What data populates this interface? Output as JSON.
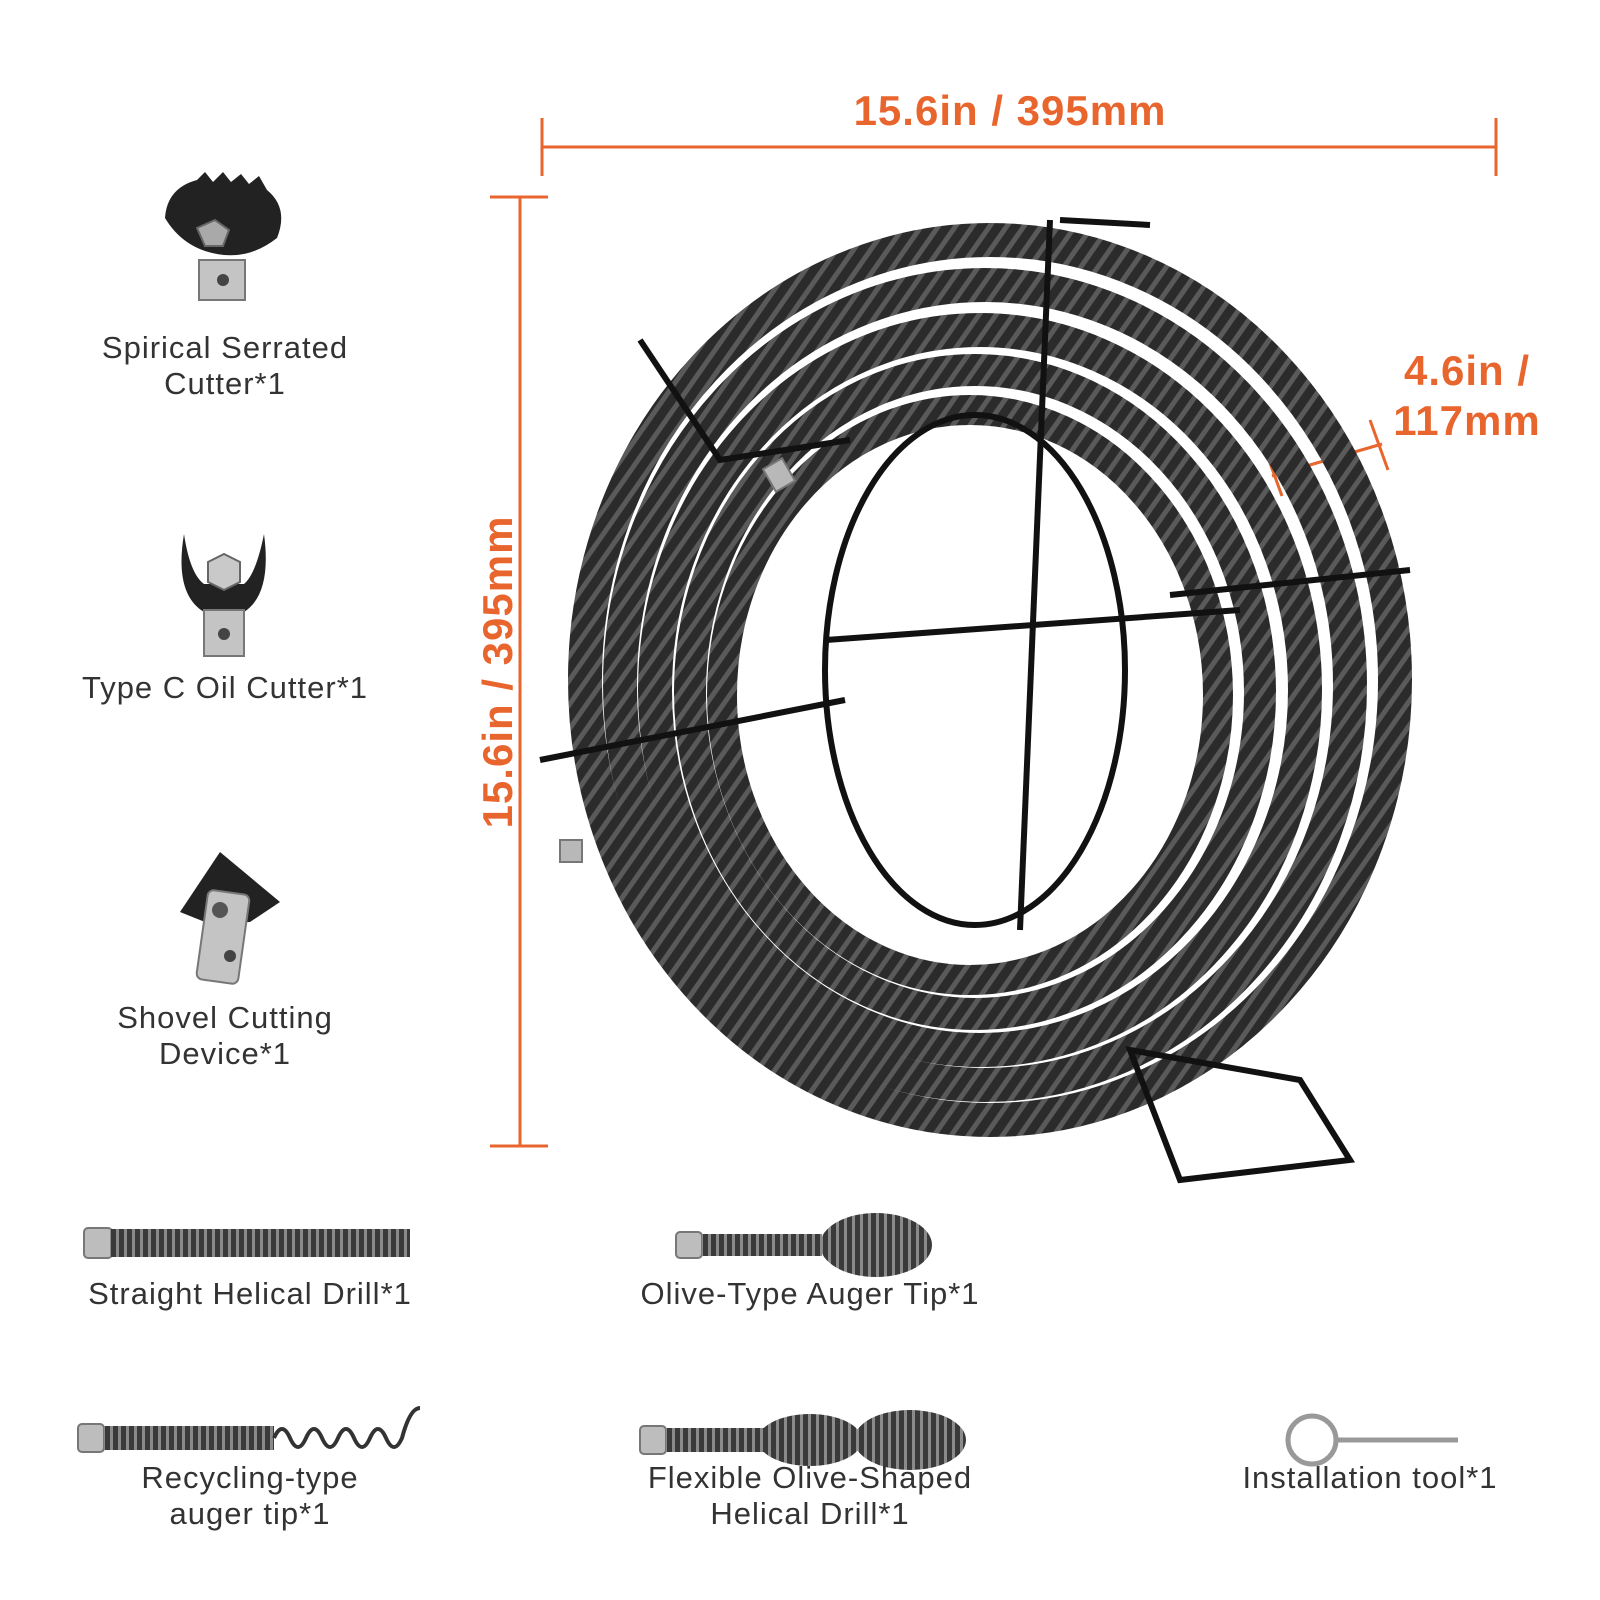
{
  "colors": {
    "accent": "#e8652d",
    "text": "#333333",
    "coil": "#2b2b2b",
    "metal": "#b8b8b8"
  },
  "dimensions": {
    "width_label": "15.6in / 395mm",
    "height_label": "15.6in / 395mm",
    "depth_label_line1": "4.6in /",
    "depth_label_line2": "117mm"
  },
  "parts": [
    {
      "icon": "serrated-cutter-icon",
      "line1": "Spirical Serrated",
      "line2": "Cutter*1"
    },
    {
      "icon": "c-cutter-icon",
      "line1": "Type C Oil Cutter*1",
      "line2": ""
    },
    {
      "icon": "shovel-cutter-icon",
      "line1": "Shovel Cutting",
      "line2": "Device*1"
    },
    {
      "icon": "straight-drill-icon",
      "line1": "Straight Helical Drill*1",
      "line2": ""
    },
    {
      "icon": "olive-tip-icon",
      "line1": "Olive-Type Auger Tip*1",
      "line2": ""
    },
    {
      "icon": "recycling-tip-icon",
      "line1": "Recycling-type",
      "line2": "auger tip*1"
    },
    {
      "icon": "flexible-drill-icon",
      "line1": "Flexible Olive-Shaped",
      "line2": "Helical Drill*1"
    },
    {
      "icon": "installation-tool-icon",
      "line1": "Installation tool*1",
      "line2": ""
    }
  ],
  "product": {
    "icon": "drain-cable-coil-icon"
  }
}
